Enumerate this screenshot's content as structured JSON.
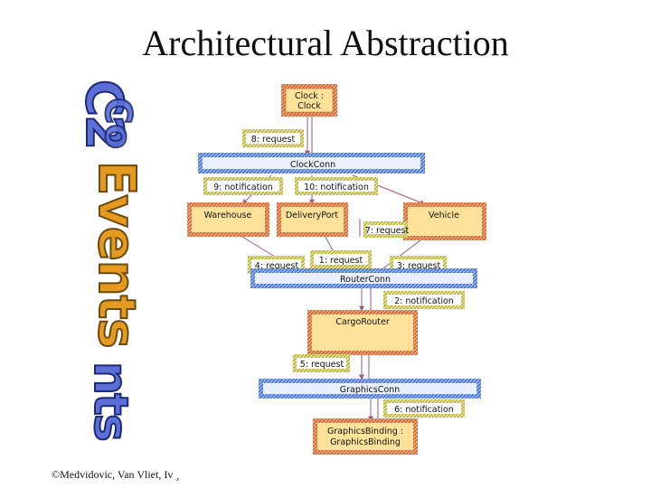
{
  "slide": {
    "title": "Architectural Abstraction",
    "footer": "©Medvidovic, Van Vliet, Iv  ¸",
    "side_text_events": "Events",
    "side_text_c2": "C2",
    "side_text_c2_second": "Co",
    "side_text_bottom": "nts"
  },
  "diagram": {
    "components": {
      "clock_line1": "Clock :",
      "clock_line2": "Clock",
      "warehouse": "Warehouse",
      "delivery_port": "DeliveryPort",
      "vehicle": "Vehicle",
      "cargo_router": "CargoRouter",
      "graphics_binding_line1": "GraphicsBinding :",
      "graphics_binding_line2": "GraphicsBinding"
    },
    "connectors": {
      "clock_conn": "ClockConn",
      "router_conn": "RouterConn",
      "graphics_conn": "GraphicsConn"
    },
    "messages": {
      "m1": "1: request",
      "m2": "2: notification",
      "m3": "3: request",
      "m4": "4: request",
      "m5": "5: request",
      "m6": "6: notification",
      "m7": "7: request",
      "m8": "8: request",
      "m9": "9: notification",
      "m10": "10: notification"
    },
    "colors": {
      "component_border": "#e07a4e",
      "component_fill": "#ffe29a",
      "connector_border": "#4f7fd0",
      "connector_fill": "#e9f1ff",
      "message_border": "#c9bf5a",
      "message_fill": "#ffffff",
      "arrow_color": "#9a5a86"
    }
  }
}
